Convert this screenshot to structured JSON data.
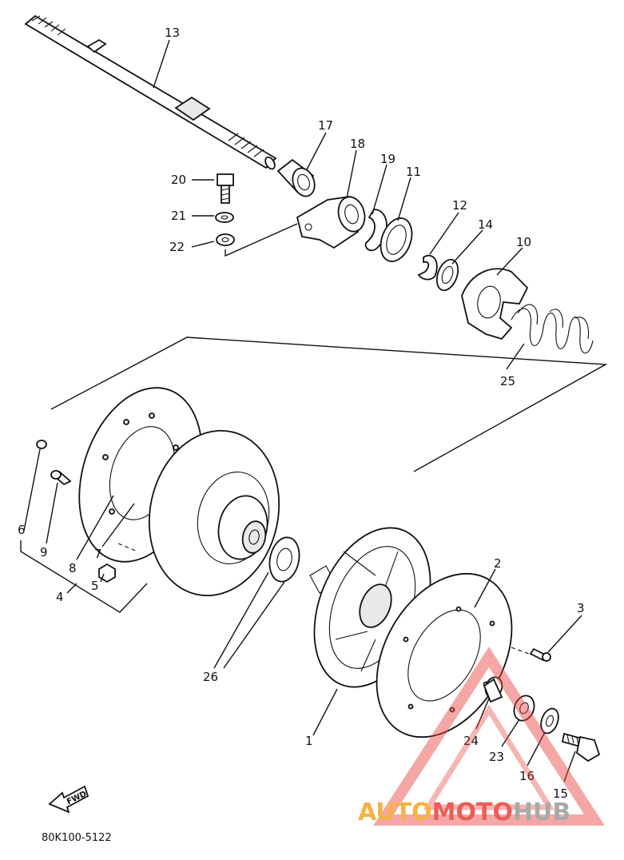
{
  "diagram": {
    "parts": [
      {
        "id": "1",
        "label": "1"
      },
      {
        "id": "2",
        "label": "2"
      },
      {
        "id": "3",
        "label": "3"
      },
      {
        "id": "4",
        "label": "4"
      },
      {
        "id": "5",
        "label": "5"
      },
      {
        "id": "6",
        "label": "6"
      },
      {
        "id": "7",
        "label": "7"
      },
      {
        "id": "8",
        "label": "8"
      },
      {
        "id": "9",
        "label": "9"
      },
      {
        "id": "10",
        "label": "10"
      },
      {
        "id": "11",
        "label": "11"
      },
      {
        "id": "12",
        "label": "12"
      },
      {
        "id": "13",
        "label": "13"
      },
      {
        "id": "14",
        "label": "14"
      },
      {
        "id": "15",
        "label": "15"
      },
      {
        "id": "16",
        "label": "16"
      },
      {
        "id": "17",
        "label": "17"
      },
      {
        "id": "18",
        "label": "18"
      },
      {
        "id": "19",
        "label": "19"
      },
      {
        "id": "20",
        "label": "20"
      },
      {
        "id": "21",
        "label": "21"
      },
      {
        "id": "22",
        "label": "22"
      },
      {
        "id": "23",
        "label": "23"
      },
      {
        "id": "24",
        "label": "24"
      },
      {
        "id": "25",
        "label": "25"
      },
      {
        "id": "26",
        "label": "26"
      }
    ],
    "part_code": "80K100-5122",
    "fwd_label": "FWD"
  },
  "watermark": {
    "text_part_a": "AUTO",
    "text_part_b": "MOTO",
    "text_part_c": "HUB",
    "color_a": "#f5a623",
    "color_b": "#e8413c",
    "color_c": "#9b9b9b"
  }
}
